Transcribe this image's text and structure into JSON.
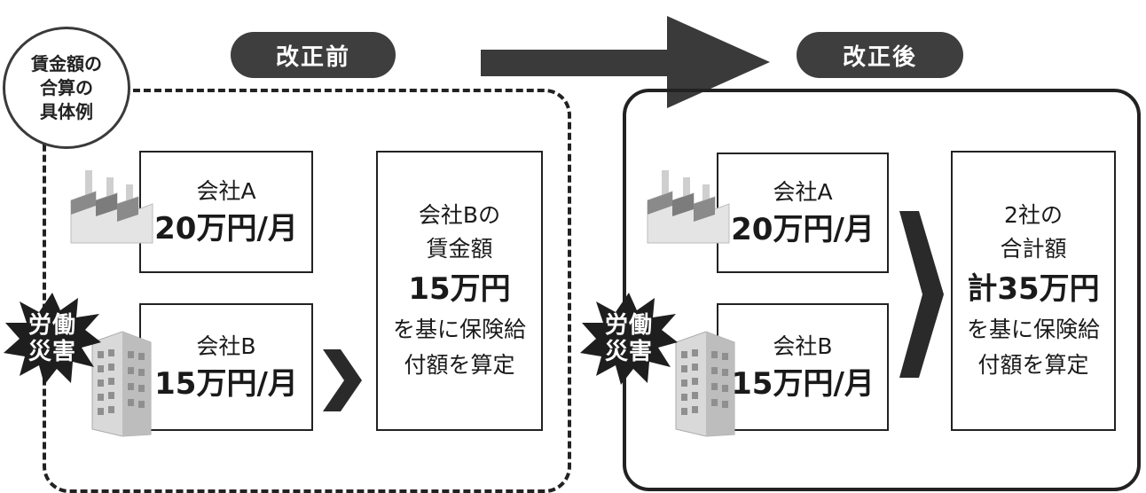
{
  "badge": [
    "賃金額の",
    "合算の",
    "具体例"
  ],
  "before": {
    "title": "改正前",
    "company_a": {
      "name": "会社A",
      "wage": "20万円/月"
    },
    "company_b": {
      "name": "会社B",
      "wage": "15万円/月"
    },
    "accident": [
      "労働",
      "災害"
    ],
    "result": {
      "line1": "会社Bの",
      "line2": "賃金額",
      "amount": "15万円",
      "line3": "を基に保険給",
      "line4": "付額を算定"
    }
  },
  "after": {
    "title": "改正後",
    "company_a": {
      "name": "会社A",
      "wage": "20万円/月"
    },
    "company_b": {
      "name": "会社B",
      "wage": "15万円/月"
    },
    "accident": [
      "労働",
      "災害"
    ],
    "result": {
      "line1": "2社の",
      "line2": "合計額",
      "amount": "計35万円",
      "line3": "を基に保険給",
      "line4": "付額を算定"
    }
  },
  "colors": {
    "pill": "#3e3e3e",
    "frame": "#222222",
    "arrow": "#3a3a3a"
  }
}
